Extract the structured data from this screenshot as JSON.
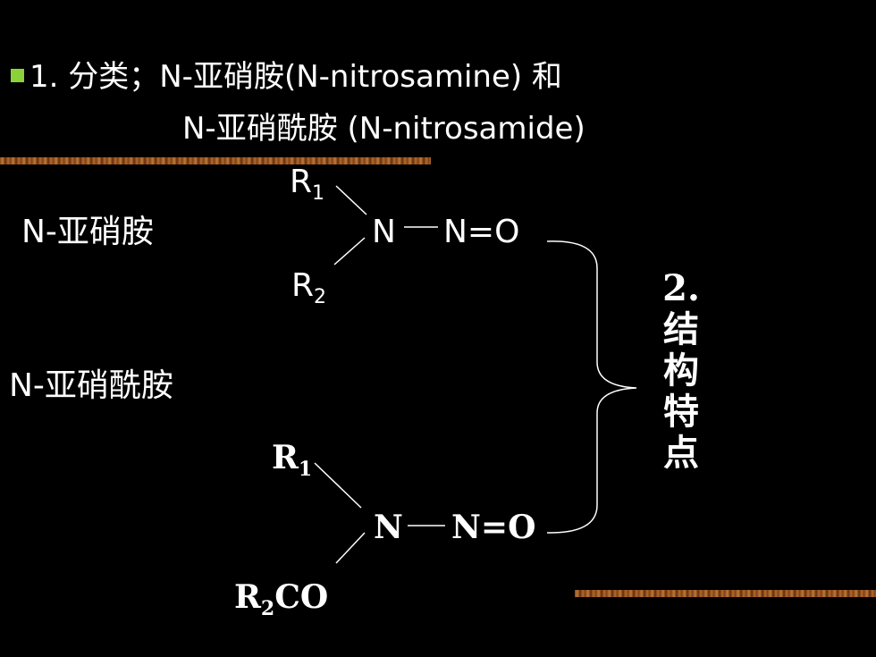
{
  "title": {
    "line1": "1. 分类；N-亚硝胺(N-nitrosamine)   和",
    "line2": "N-亚硝酰胺 (N-nitrosamide)"
  },
  "labels": {
    "nitrosamine": "N-亚硝胺",
    "nitrosamide": "N-亚硝酰胺"
  },
  "structure1": {
    "r1": "R",
    "r1_sub": "1",
    "n": "N",
    "no": "N=O",
    "r2": "R",
    "r2_sub": "2"
  },
  "structure2": {
    "r1": "R",
    "r1_sub": "1",
    "n": "N",
    "no": "N=O",
    "r2co_r": "R",
    "r2co_sub": "2",
    "r2co_co": "CO"
  },
  "side_title": "2.结构特点",
  "colors": {
    "background": "#000000",
    "text": "#ffffff",
    "bullet": "#8bd23a",
    "bar": "#a35d28"
  }
}
